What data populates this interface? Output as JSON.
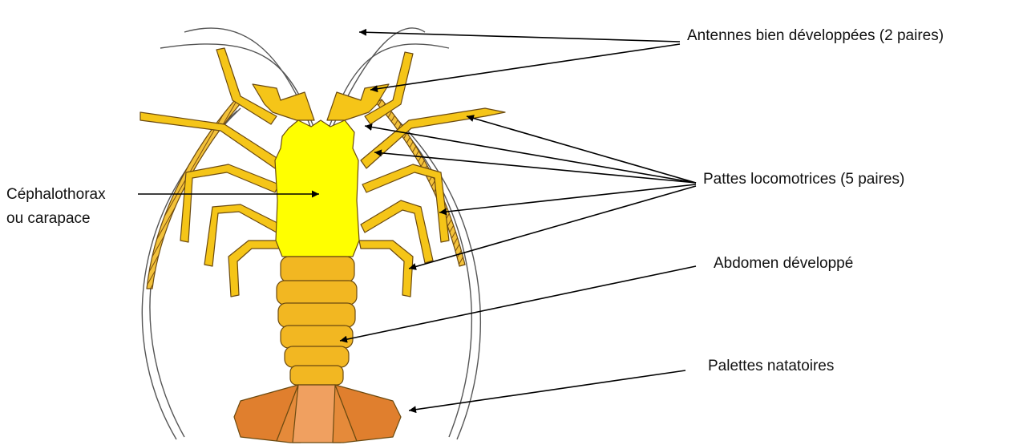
{
  "labels": {
    "antennes": "Antennes bien développées (2 paires)",
    "cephalothorax_line1": "Céphalothorax",
    "cephalothorax_line2": "ou carapace",
    "pattes": "Pattes locomotrices (5 paires)",
    "abdomen": "Abdomen développé",
    "palettes": "Palettes natatoires"
  },
  "colors": {
    "carapace": "#ffff00",
    "legs": "#f5c518",
    "abdomen": "#f2b722",
    "tail_outer": "#e07f2e",
    "tail_inner": "#f0a060",
    "outline": "#6b4a10",
    "arrow": "#000000"
  }
}
